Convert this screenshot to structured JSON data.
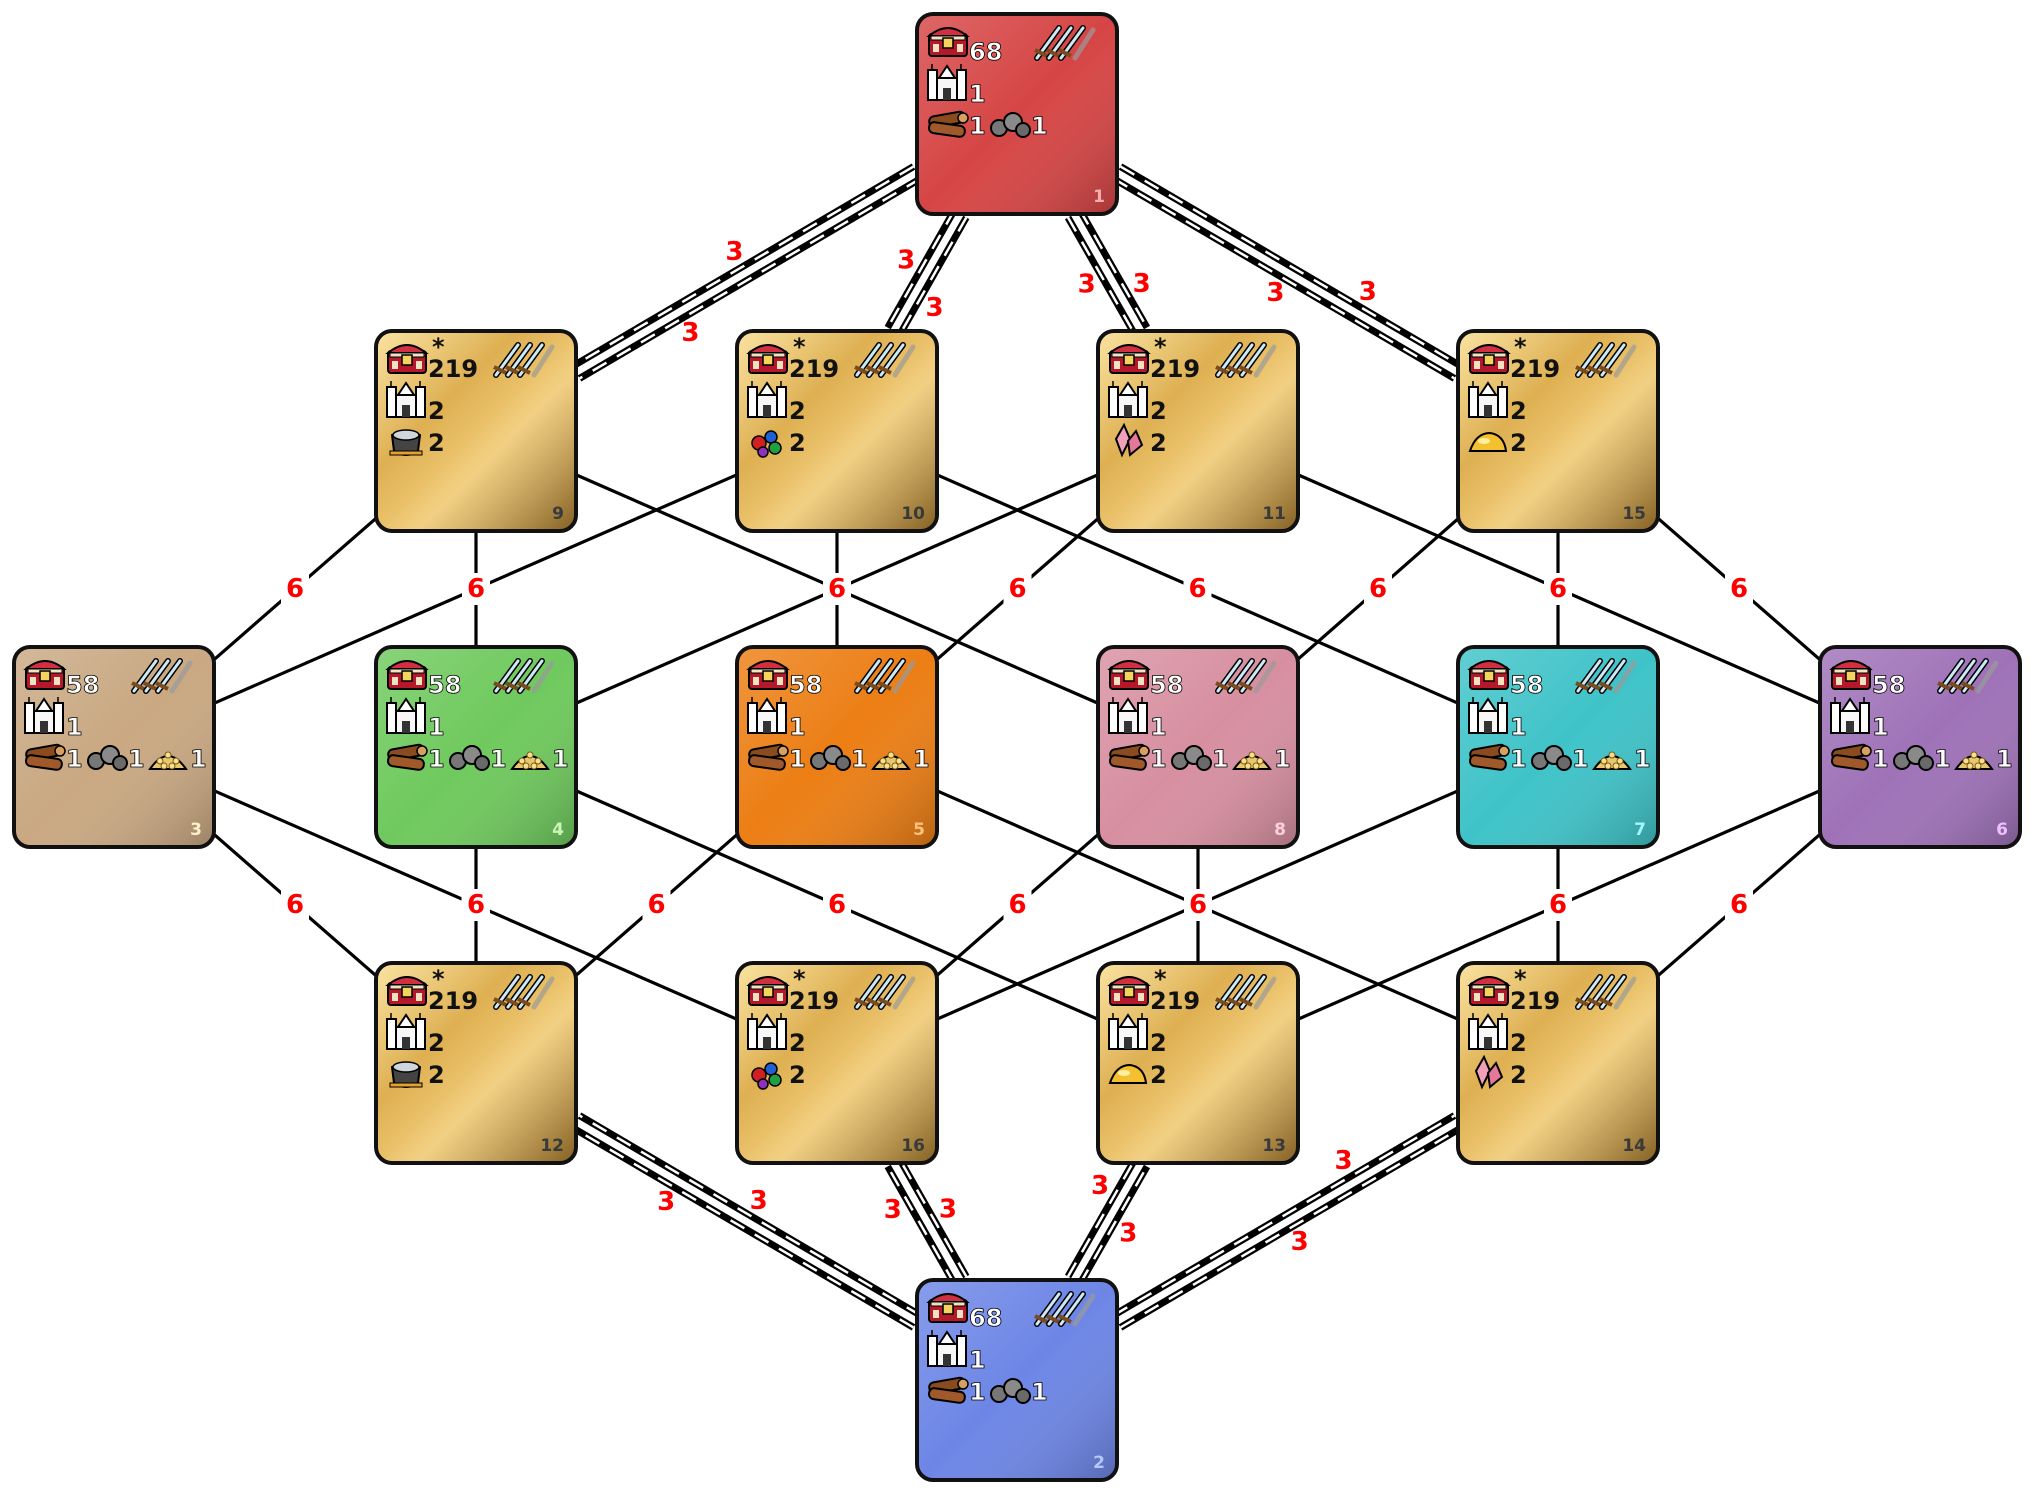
{
  "zones": [
    {
      "id": "1",
      "num": "1",
      "treasure": "68",
      "star": false,
      "castles": "1",
      "resources": [
        {
          "icon": "wood-icon",
          "count": "1"
        },
        {
          "icon": "ore-icon",
          "count": "1"
        }
      ],
      "color": "#d64545",
      "numColor": "#f4b0b0"
    },
    {
      "id": "2",
      "num": "2",
      "treasure": "68",
      "star": false,
      "castles": "1",
      "resources": [
        {
          "icon": "wood-icon",
          "count": "1"
        },
        {
          "icon": "ore-icon",
          "count": "1"
        }
      ],
      "color": "#6d86e6",
      "numColor": "#b8c6ff"
    },
    {
      "id": "3",
      "num": "3",
      "treasure": "58",
      "star": false,
      "castles": "1",
      "resources": [
        {
          "icon": "wood-icon",
          "count": "1"
        },
        {
          "icon": "ore-icon",
          "count": "1"
        },
        {
          "icon": "gold-pile-icon",
          "count": "1"
        }
      ],
      "color": "#c9a882",
      "numColor": "#fff0c8"
    },
    {
      "id": "4",
      "num": "4",
      "treasure": "58",
      "star": false,
      "castles": "1",
      "resources": [
        {
          "icon": "wood-icon",
          "count": "1"
        },
        {
          "icon": "ore-icon",
          "count": "1"
        },
        {
          "icon": "gold-pile-icon",
          "count": "1"
        }
      ],
      "color": "#6fc95d",
      "numColor": "#c8f7b8"
    },
    {
      "id": "5",
      "num": "5",
      "treasure": "58",
      "star": false,
      "castles": "1",
      "resources": [
        {
          "icon": "wood-icon",
          "count": "1"
        },
        {
          "icon": "ore-icon",
          "count": "1"
        },
        {
          "icon": "gold-pile-icon",
          "count": "1"
        }
      ],
      "color": "#ec7e14",
      "numColor": "#ffc27a"
    },
    {
      "id": "8",
      "num": "8",
      "treasure": "58",
      "star": false,
      "castles": "1",
      "resources": [
        {
          "icon": "wood-icon",
          "count": "1"
        },
        {
          "icon": "ore-icon",
          "count": "1"
        },
        {
          "icon": "gold-pile-icon",
          "count": "1"
        }
      ],
      "color": "#d78fa0",
      "numColor": "#ffd0da"
    },
    {
      "id": "7",
      "num": "7",
      "treasure": "58",
      "star": false,
      "castles": "1",
      "resources": [
        {
          "icon": "wood-icon",
          "count": "1"
        },
        {
          "icon": "ore-icon",
          "count": "1"
        },
        {
          "icon": "gold-pile-icon",
          "count": "1"
        }
      ],
      "color": "#3fc3c8",
      "numColor": "#9ff8ff"
    },
    {
      "id": "6",
      "num": "6",
      "treasure": "58",
      "star": false,
      "castles": "1",
      "resources": [
        {
          "icon": "wood-icon",
          "count": "1"
        },
        {
          "icon": "ore-icon",
          "count": "1"
        },
        {
          "icon": "gold-pile-icon",
          "count": "1"
        }
      ],
      "color": "#9f72b8",
      "numColor": "#efbfff"
    },
    {
      "id": "9",
      "num": "9",
      "treasure": "219",
      "star": true,
      "castles": "2",
      "resources": [
        {
          "icon": "mercury-icon",
          "count": "2"
        }
      ],
      "color": "#e7be5c",
      "numColor": "#3a3a3a"
    },
    {
      "id": "10",
      "num": "10",
      "treasure": "219",
      "star": true,
      "castles": "2",
      "resources": [
        {
          "icon": "gems-icon",
          "count": "2"
        }
      ],
      "color": "#e7be5c",
      "numColor": "#3a3a3a"
    },
    {
      "id": "11",
      "num": "11",
      "treasure": "219",
      "star": true,
      "castles": "2",
      "resources": [
        {
          "icon": "crystal-icon",
          "count": "2"
        }
      ],
      "color": "#e7be5c",
      "numColor": "#3a3a3a"
    },
    {
      "id": "15",
      "num": "15",
      "treasure": "219",
      "star": true,
      "castles": "2",
      "resources": [
        {
          "icon": "sulfur-icon",
          "count": "2"
        }
      ],
      "color": "#e7be5c",
      "numColor": "#3a3a3a"
    },
    {
      "id": "12",
      "num": "12",
      "treasure": "219",
      "star": true,
      "castles": "2",
      "resources": [
        {
          "icon": "mercury-icon",
          "count": "2"
        }
      ],
      "color": "#e7be5c",
      "numColor": "#3a3a3a"
    },
    {
      "id": "16",
      "num": "16",
      "treasure": "219",
      "star": true,
      "castles": "2",
      "resources": [
        {
          "icon": "gems-icon",
          "count": "2"
        }
      ],
      "color": "#e7be5c",
      "numColor": "#3a3a3a"
    },
    {
      "id": "13",
      "num": "13",
      "treasure": "219",
      "star": true,
      "castles": "2",
      "resources": [
        {
          "icon": "sulfur-icon",
          "count": "2"
        }
      ],
      "color": "#e7be5c",
      "numColor": "#3a3a3a"
    },
    {
      "id": "14",
      "num": "14",
      "treasure": "219",
      "star": true,
      "castles": "2",
      "resources": [
        {
          "icon": "crystal-icon",
          "count": "2"
        }
      ],
      "color": "#e7be5c",
      "numColor": "#3a3a3a"
    }
  ],
  "connections": [
    {
      "from": "1",
      "to": "9",
      "type": "road",
      "labels": [
        "3",
        "3"
      ]
    },
    {
      "from": "1",
      "to": "10",
      "type": "road",
      "labels": [
        "3",
        "3"
      ]
    },
    {
      "from": "1",
      "to": "11",
      "type": "road",
      "labels": [
        "3",
        "3"
      ]
    },
    {
      "from": "1",
      "to": "15",
      "type": "road",
      "labels": [
        "3",
        "3"
      ]
    },
    {
      "from": "2",
      "to": "12",
      "type": "road",
      "labels": [
        "3",
        "3"
      ]
    },
    {
      "from": "2",
      "to": "16",
      "type": "road",
      "labels": [
        "3",
        "3"
      ]
    },
    {
      "from": "2",
      "to": "13",
      "type": "road",
      "labels": [
        "3",
        "3"
      ]
    },
    {
      "from": "2",
      "to": "14",
      "type": "road",
      "labels": [
        "3",
        "3"
      ]
    },
    {
      "from": "9",
      "to": "3",
      "type": "plain",
      "labels": [
        "6"
      ]
    },
    {
      "from": "9",
      "to": "4",
      "type": "plain",
      "labels": [
        "6"
      ]
    },
    {
      "from": "9",
      "to": "8",
      "type": "plain",
      "labels": []
    },
    {
      "from": "10",
      "to": "3",
      "type": "plain",
      "labels": []
    },
    {
      "from": "10",
      "to": "5",
      "type": "plain",
      "labels": [
        "6"
      ]
    },
    {
      "from": "10",
      "to": "7",
      "type": "plain",
      "labels": [
        "6"
      ]
    },
    {
      "from": "11",
      "to": "4",
      "type": "plain",
      "labels": []
    },
    {
      "from": "11",
      "to": "5",
      "type": "plain",
      "labels": [
        "6"
      ]
    },
    {
      "from": "11",
      "to": "6",
      "type": "plain",
      "labels": []
    },
    {
      "from": "15",
      "to": "8",
      "type": "plain",
      "labels": [
        "6"
      ]
    },
    {
      "from": "15",
      "to": "7",
      "type": "plain",
      "labels": [
        "6"
      ]
    },
    {
      "from": "15",
      "to": "6",
      "type": "plain",
      "labels": [
        "6"
      ]
    },
    {
      "from": "3",
      "to": "12",
      "type": "plain",
      "labels": [
        "6"
      ]
    },
    {
      "from": "3",
      "to": "16",
      "type": "plain",
      "labels": [
        "6"
      ]
    },
    {
      "from": "4",
      "to": "12",
      "type": "plain",
      "labels": [
        "6"
      ]
    },
    {
      "from": "4",
      "to": "13",
      "type": "plain",
      "labels": [
        "6"
      ]
    },
    {
      "from": "5",
      "to": "12",
      "type": "plain",
      "labels": [
        "6"
      ]
    },
    {
      "from": "5",
      "to": "14",
      "type": "plain",
      "labels": []
    },
    {
      "from": "8",
      "to": "16",
      "type": "plain",
      "labels": [
        "6"
      ]
    },
    {
      "from": "8",
      "to": "13",
      "type": "plain",
      "labels": [
        "6"
      ]
    },
    {
      "from": "7",
      "to": "14",
      "type": "plain",
      "labels": [
        "6"
      ]
    },
    {
      "from": "7",
      "to": "16",
      "type": "plain",
      "labels": []
    },
    {
      "from": "6",
      "to": "13",
      "type": "plain",
      "labels": []
    },
    {
      "from": "6",
      "to": "14",
      "type": "plain",
      "labels": [
        "6"
      ]
    }
  ]
}
